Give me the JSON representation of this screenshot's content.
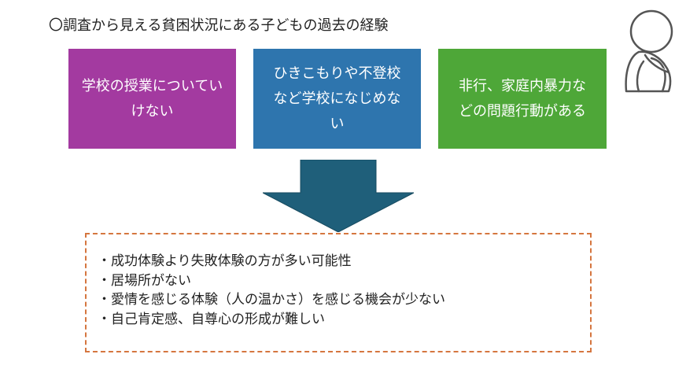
{
  "title": "〇調査から見える貧困状況にある子どもの過去の経験",
  "boxes": [
    {
      "lines": [
        "学校の授業についてい",
        "けない"
      ],
      "color": "#a33aa0"
    },
    {
      "lines": [
        "ひきこもりや不登校",
        "など学校になじめな",
        "い"
      ],
      "color": "#2e75ae"
    },
    {
      "lines": [
        "非行、家庭内暴力な",
        "どの問題行動がある"
      ],
      "color": "#4ea738"
    }
  ],
  "results": [
    "成功体験より失敗体験の方が多い可能性",
    "居場所がない",
    "愛情を感じる体験（人の温かさ）を感じる機会が少ない",
    "自己肯定感、自尊心の形成が難しい"
  ],
  "colors": {
    "arrow": "#1f5f7a",
    "dashed_border": "#d5763f"
  },
  "icons": {
    "figure": "sitting-child-icon",
    "arrow": "down-arrow-icon"
  }
}
